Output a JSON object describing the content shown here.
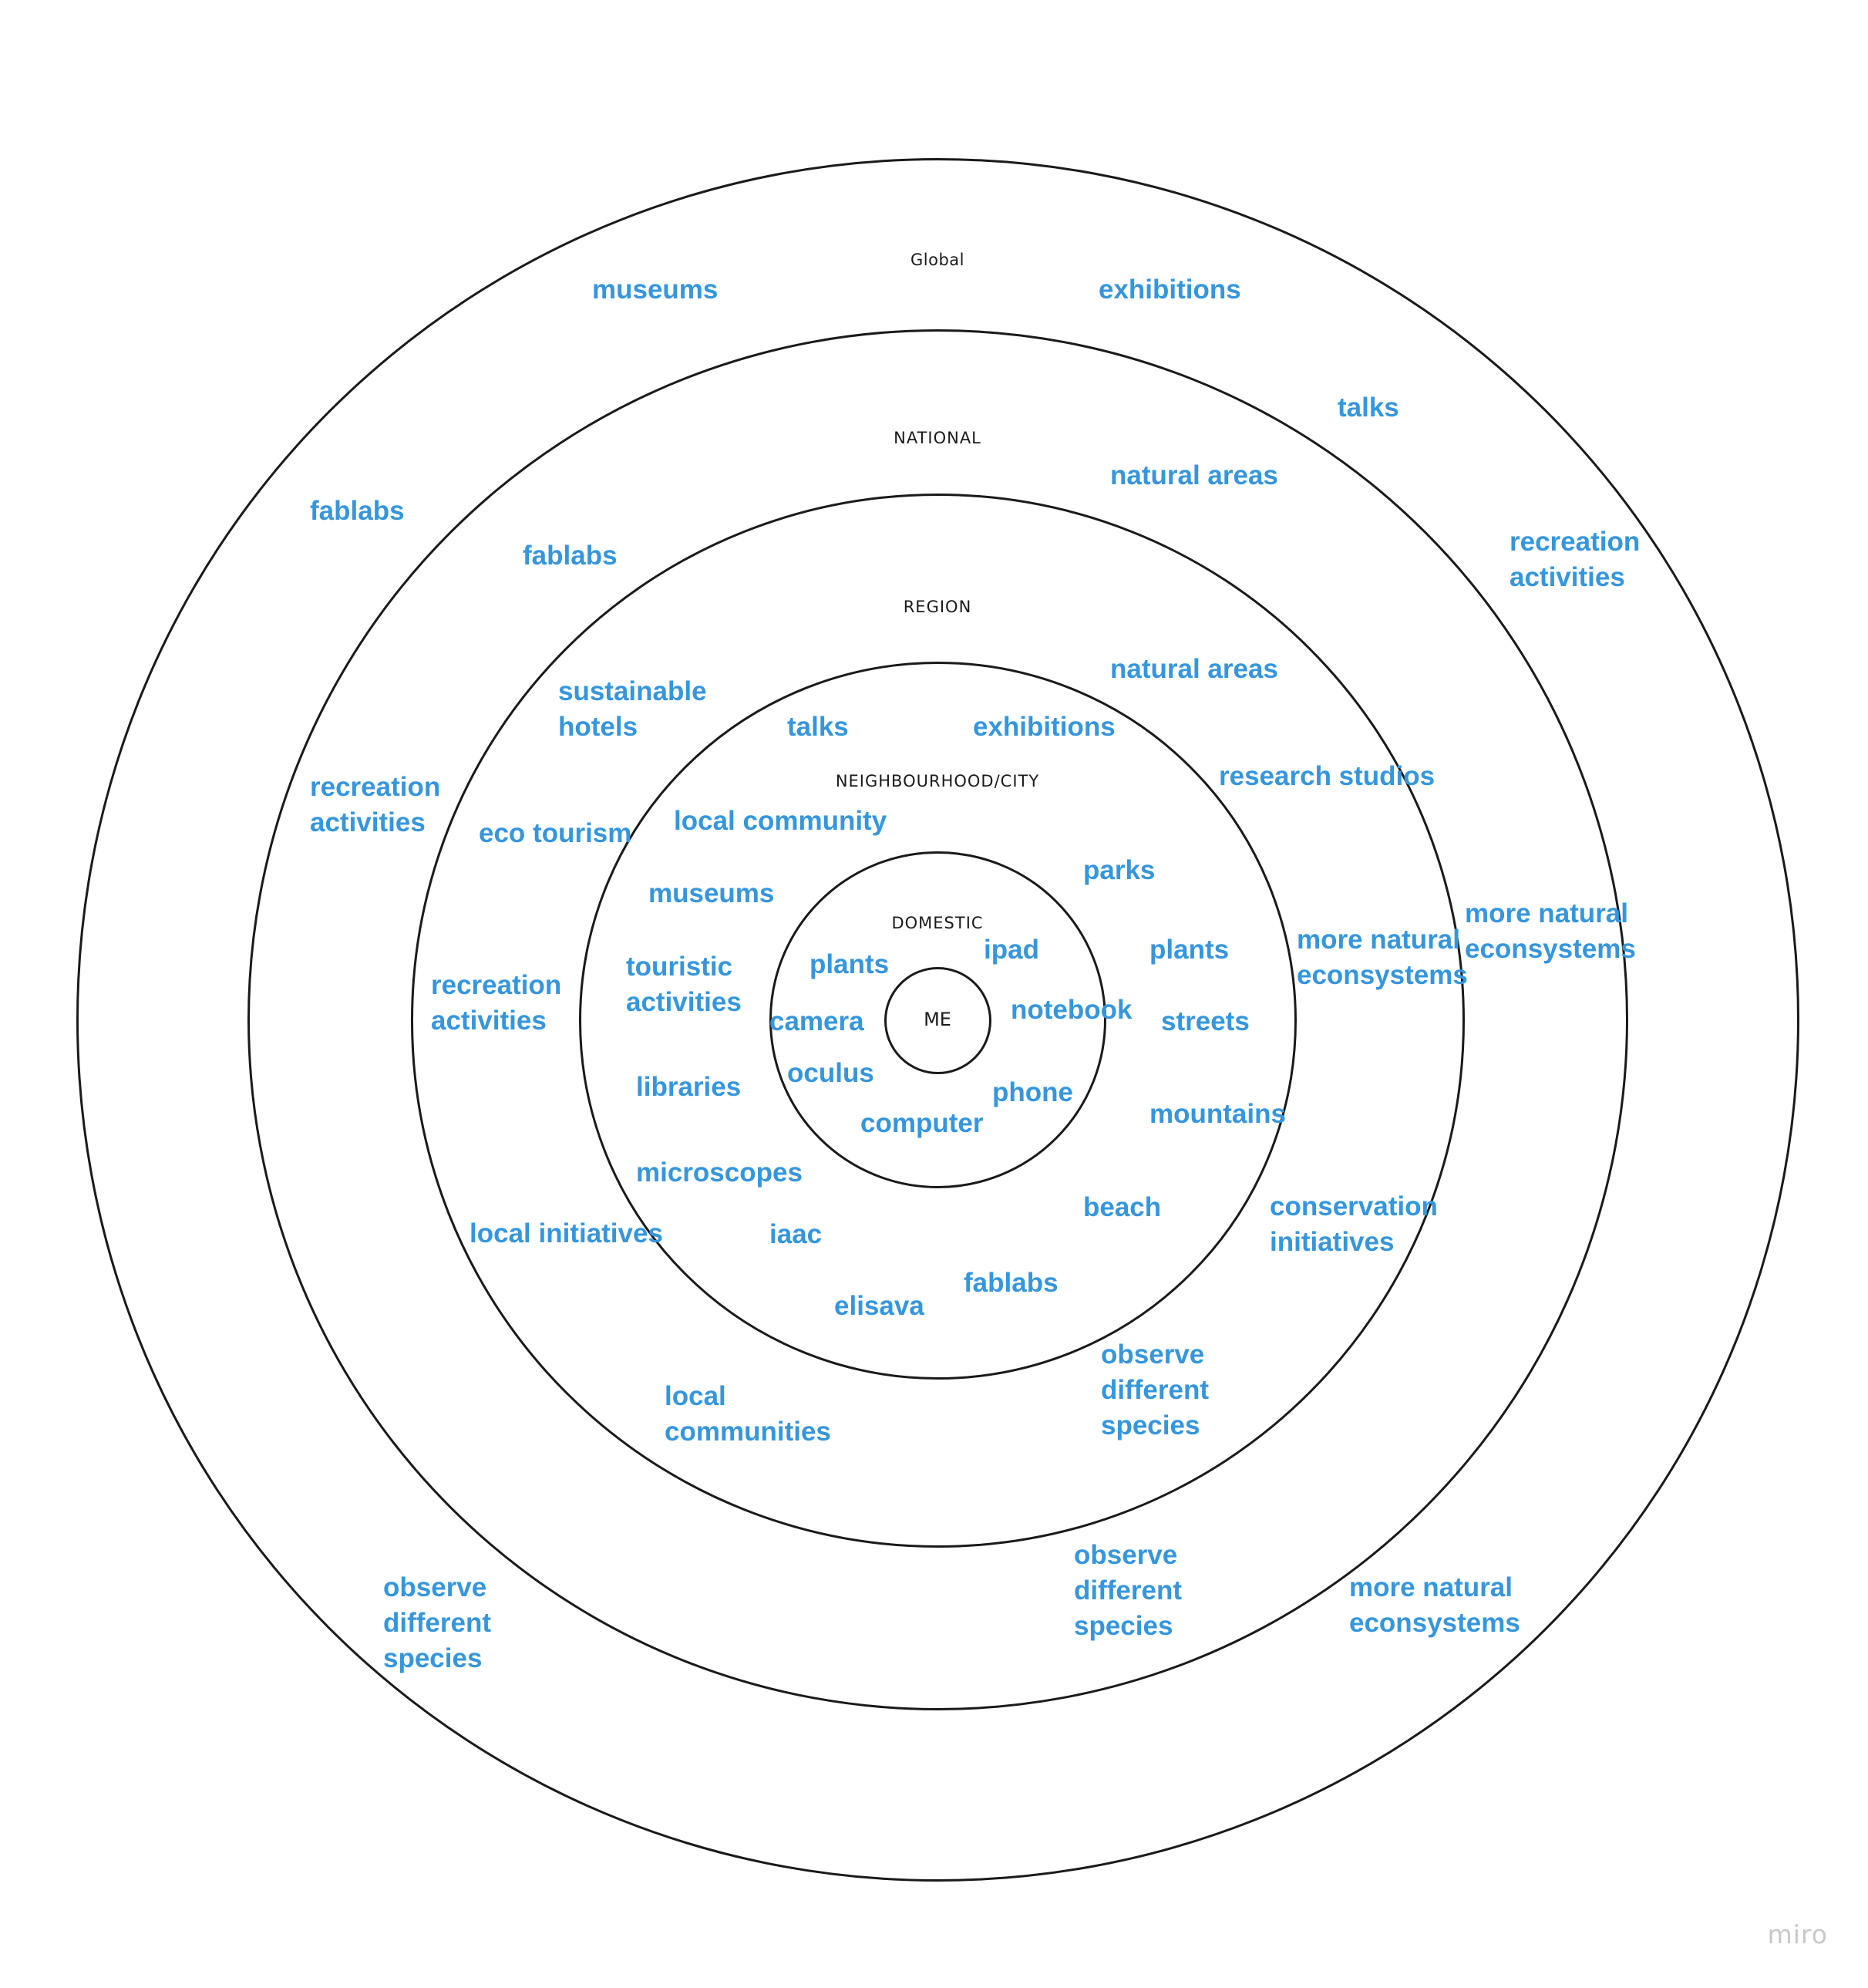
{
  "rings": {
    "global": "Global",
    "national": "NATIONAL",
    "region": "REGION",
    "neighbourhood": "NEIGHBOURHOOD/CITY",
    "domestic": "DOMESTIC",
    "me": "ME"
  },
  "items": {
    "global": {
      "museums": "museums",
      "exhibitions": "exhibitions",
      "talks": "talks",
      "fablabs": "fablabs",
      "recreation": "recreation\nactivities",
      "recreation_left": "recreation\nactivities",
      "natural_ecosystems": "more natural\neconsystems",
      "observe": "observe\ndifferent\nspecies",
      "natural_ecosystems_bottom": "more natural\neconsystems"
    },
    "national": {
      "natural_areas": "natural areas",
      "fablabs": "fablabs",
      "natural_ecosystems": "more natural\neconsystems",
      "observe": "observe\ndifferent\nspecies"
    },
    "region": {
      "natural_areas": "natural areas",
      "sustainable_hotels": "sustainable\nhotels",
      "research_studios": "research studios",
      "eco_tourism": "eco tourism",
      "recreation": "recreation\nactivities",
      "local_initiatives": "local initiatives",
      "conservation": "conservation\ninitiatives",
      "local_communities": "local\ncommunities",
      "observe": "observe\ndifferent\nspecies"
    },
    "neighbourhood": {
      "talks": "talks",
      "exhibitions": "exhibitions",
      "local_community": "local community",
      "parks": "parks",
      "museums": "museums",
      "plants": "plants",
      "touristic": "touristic\nactivities",
      "streets": "streets",
      "libraries": "libraries",
      "mountains": "mountains",
      "microscopes": "microscopes",
      "beach": "beach",
      "iaac": "iaac",
      "fablabs": "fablabs",
      "elisava": "elisava"
    },
    "domestic": {
      "plants": "plants",
      "ipad": "ipad",
      "camera": "camera",
      "notebook": "notebook",
      "oculus": "oculus",
      "phone": "phone",
      "computer": "computer"
    }
  },
  "brand": "miro",
  "colors": {
    "item_text": "#3596dd",
    "ring_stroke": "#1a1a1a",
    "brand": "#c8c8c8"
  }
}
